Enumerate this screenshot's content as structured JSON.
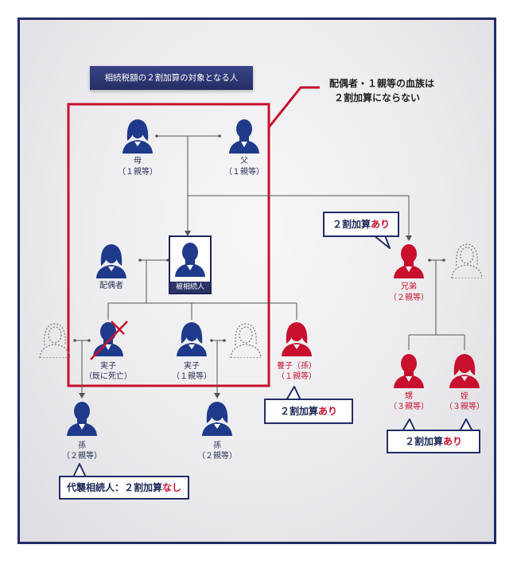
{
  "header": {
    "title": "相続税額の２割加算の対象となる人"
  },
  "note": {
    "line1": "配偶者・１親等の血族は",
    "line2": "２割加算にならない"
  },
  "people": {
    "mother": {
      "name": "母",
      "degree": "（１親等）"
    },
    "father": {
      "name": "父",
      "degree": "（１親等）"
    },
    "spouse": {
      "name": "配偶者"
    },
    "deceased": {
      "tag": "被相続人"
    },
    "sibling": {
      "name": "兄弟",
      "degree": "（２親等）"
    },
    "child_deceased": {
      "name": "実子",
      "note": "（既に死亡）"
    },
    "child_living": {
      "name": "実子",
      "degree": "（１親等）"
    },
    "adopted_grandchild": {
      "name": "養子（孫）",
      "degree": "（１親等）"
    },
    "grandchild_left": {
      "name": "孫",
      "degree": "（２親等）"
    },
    "grandchild_right": {
      "name": "孫",
      "degree": "（２親等）"
    },
    "nephew": {
      "name": "甥",
      "degree": "（３親等）"
    },
    "niece": {
      "name": "姪",
      "degree": "（３親等）"
    }
  },
  "callouts": {
    "sibling": {
      "text": "２割加算",
      "accent": "あり"
    },
    "adopted": {
      "text": "２割加算",
      "accent": "あり"
    },
    "nephews": {
      "text": "２割加算",
      "accent": "あり"
    },
    "daishu": {
      "text": "代襲相続人：２割加算",
      "accent": "なし"
    }
  },
  "colors": {
    "navy": "#232c67",
    "red": "#c8102e",
    "gray_line": "#555555"
  }
}
